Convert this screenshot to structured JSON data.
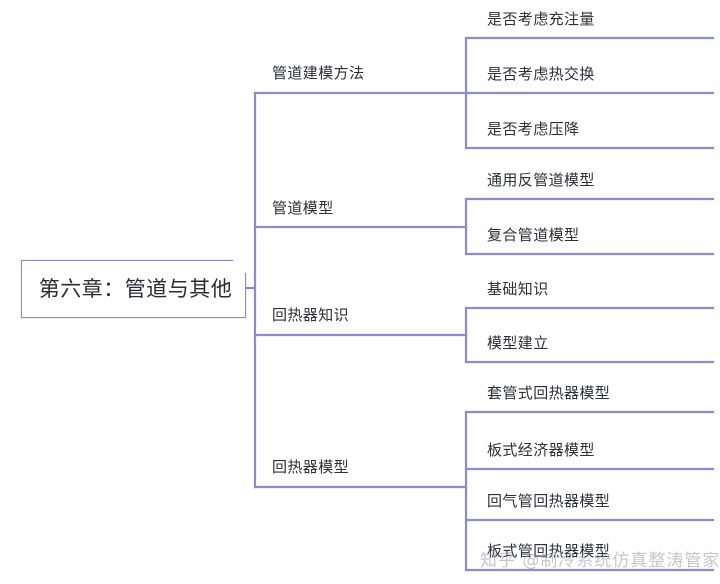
{
  "diagram": {
    "type": "mindmap",
    "orientation": "left-to-right",
    "line_color": "#8c8cc6",
    "text_color": "#2f3038",
    "background": "#fefefe",
    "root": {
      "label": "第六章：管道与其他",
      "shape": "folded-corner-rectangle"
    },
    "branches": [
      {
        "label": "管道建模方法",
        "children": [
          {
            "label": "是否考虑充注量"
          },
          {
            "label": "是否考虑热交换"
          },
          {
            "label": "是否考虑压降"
          }
        ]
      },
      {
        "label": "管道模型",
        "children": [
          {
            "label": "通用反管道模型"
          },
          {
            "label": "复合管道模型"
          }
        ]
      },
      {
        "label": "回热器知识",
        "children": [
          {
            "label": "基础知识"
          },
          {
            "label": "模型建立"
          }
        ]
      },
      {
        "label": "回热器模型",
        "children": [
          {
            "label": "套管式回热器模型"
          },
          {
            "label": "板式经济器模型"
          },
          {
            "label": "回气管回热器模型"
          },
          {
            "label": "板式管回热器模型"
          }
        ]
      }
    ]
  },
  "watermark": {
    "text": "知乎 @制冷系统仿真整涛管家"
  }
}
